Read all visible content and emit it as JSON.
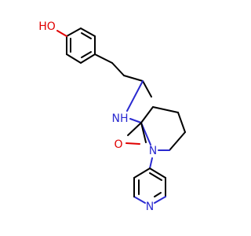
{
  "molecule": {
    "atoms": {
      "hydroxyl": {
        "label": "HO",
        "color": "#e00000"
      },
      "amine": {
        "label": "NH",
        "color": "#2a2ad0"
      },
      "carbonyl_oxygen": {
        "label": "O",
        "color": "#e00000"
      },
      "lactam_nitrogen": {
        "label": "N",
        "color": "#2a2ad0"
      },
      "pyridine_nitrogen": {
        "label": "N",
        "color": "#2a2ad0"
      }
    },
    "bond_color": "#000000"
  }
}
